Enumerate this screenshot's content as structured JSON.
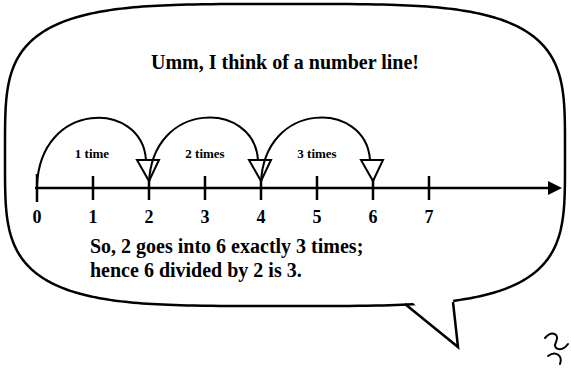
{
  "diagram": {
    "nodes": [
      {
        "text": [
          "Umm, I think of a number line!",
          "So, 2 goes into 6 exactly 3 times; hence 6 divided by 2 is 3."
        ]
      }
    ],
    "labels": [
      "1 time",
      "2 times",
      "3 times",
      "0",
      "1",
      "2",
      "3",
      "4",
      "5",
      "6",
      "7"
    ]
  }
}
